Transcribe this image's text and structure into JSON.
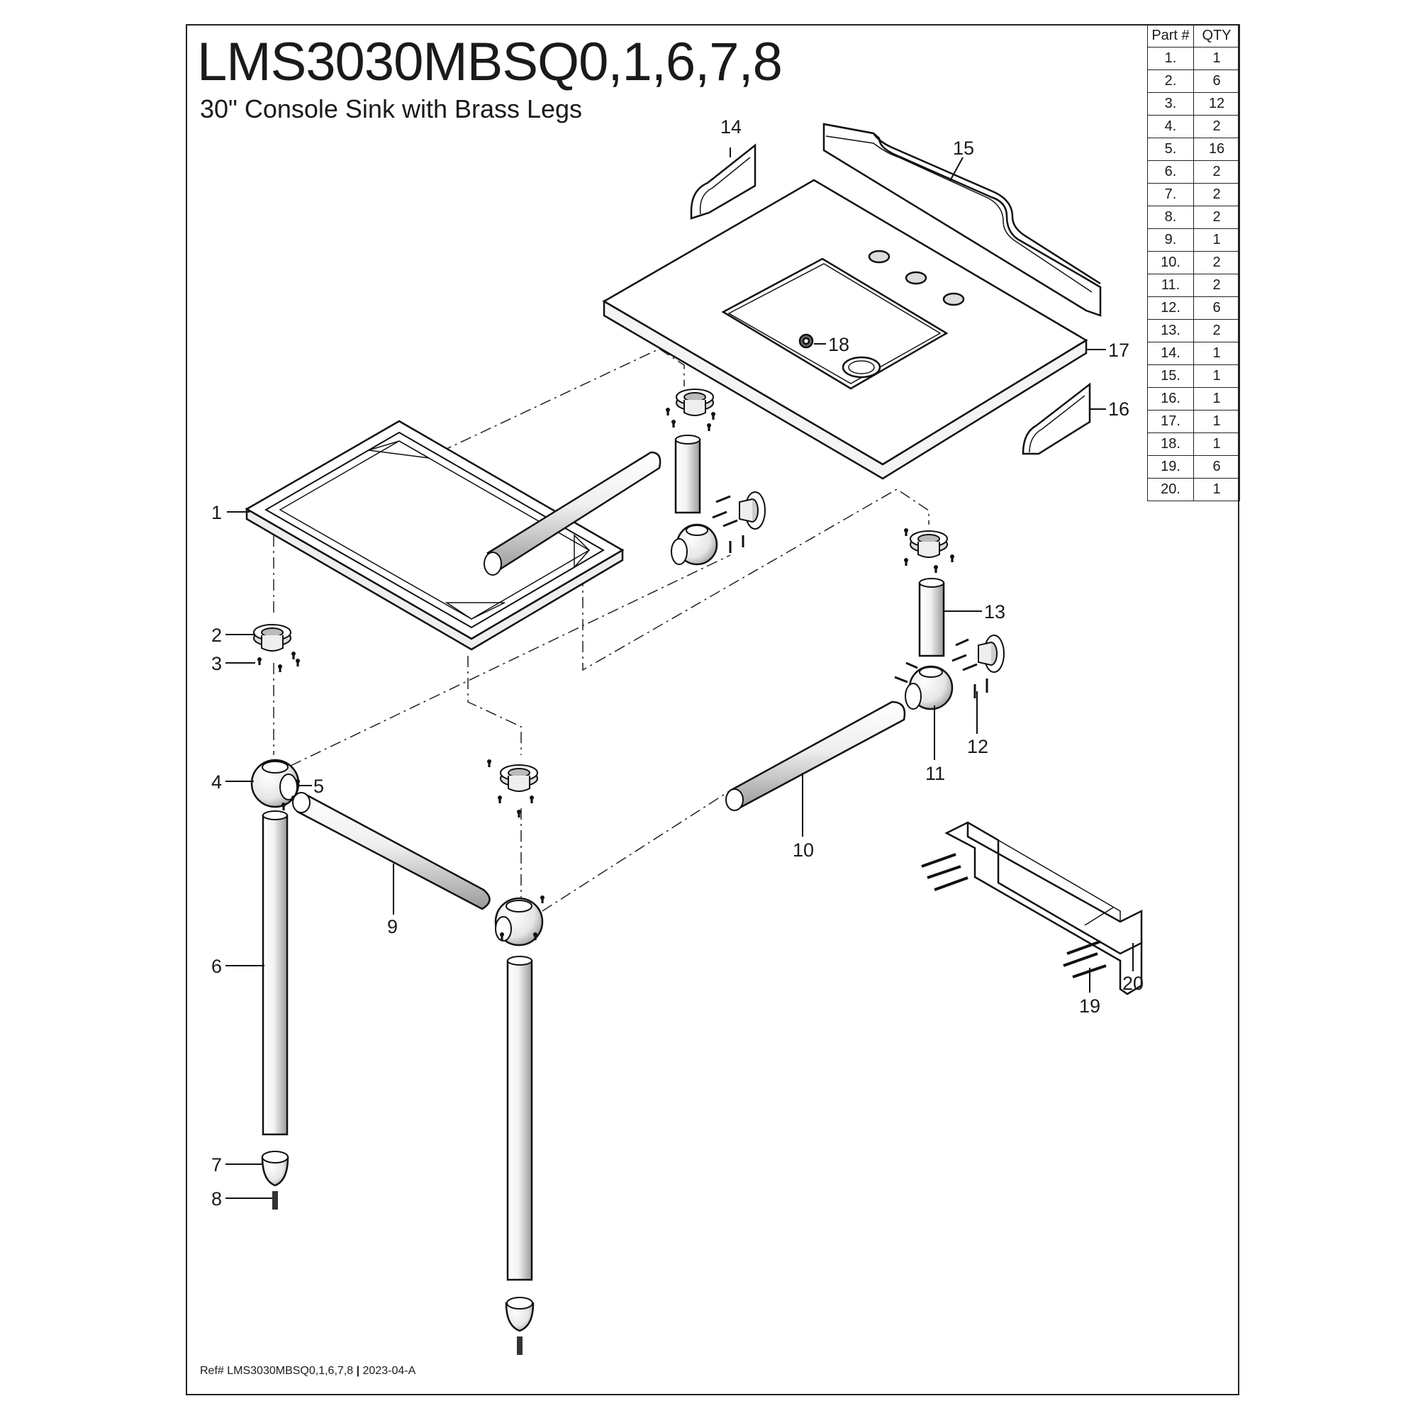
{
  "header": {
    "model": "LMS3030MBSQ0,1,6,7,8",
    "description": "30\" Console Sink with Brass Legs"
  },
  "footer": {
    "ref_label": "Ref# LMS3030MBSQ0,1,6,7,8",
    "separator": "|",
    "revision": "2023-04-A"
  },
  "parts_table": {
    "headers": [
      "Part #",
      "QTY"
    ],
    "rows": [
      {
        "part": "1.",
        "qty": "1"
      },
      {
        "part": "2.",
        "qty": "6"
      },
      {
        "part": "3.",
        "qty": "12"
      },
      {
        "part": "4.",
        "qty": "2"
      },
      {
        "part": "5.",
        "qty": "16"
      },
      {
        "part": "6.",
        "qty": "2"
      },
      {
        "part": "7.",
        "qty": "2"
      },
      {
        "part": "8.",
        "qty": "2"
      },
      {
        "part": "9.",
        "qty": "1"
      },
      {
        "part": "10.",
        "qty": "2"
      },
      {
        "part": "11.",
        "qty": "2"
      },
      {
        "part": "12.",
        "qty": "6"
      },
      {
        "part": "13.",
        "qty": "2"
      },
      {
        "part": "14.",
        "qty": "1"
      },
      {
        "part": "15.",
        "qty": "1"
      },
      {
        "part": "16.",
        "qty": "1"
      },
      {
        "part": "17.",
        "qty": "1"
      },
      {
        "part": "18.",
        "qty": "1"
      },
      {
        "part": "19.",
        "qty": "6"
      },
      {
        "part": "20.",
        "qty": "1"
      }
    ]
  },
  "callouts": [
    "1",
    "2",
    "3",
    "4",
    "5",
    "6",
    "7",
    "8",
    "9",
    "10",
    "11",
    "12",
    "13",
    "14",
    "15",
    "16",
    "17",
    "18",
    "19",
    "20"
  ]
}
